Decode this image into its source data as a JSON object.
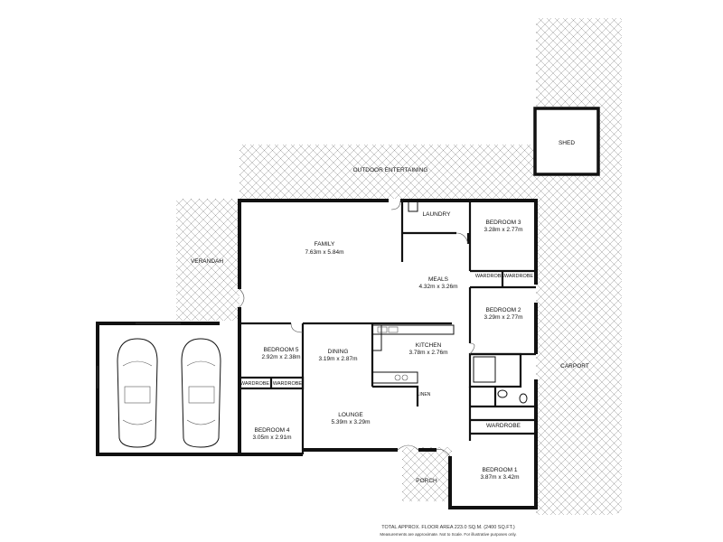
{
  "rooms": {
    "family": {
      "name": "FAMILY",
      "size": "7.63m x 5.84m"
    },
    "meals": {
      "name": "MEALS",
      "size": "4.32m x 3.26m"
    },
    "kitchen": {
      "name": "KITCHEN",
      "size": "3.78m x 2.76m"
    },
    "dining": {
      "name": "DINING",
      "size": "3.19m x 2.87m"
    },
    "lounge": {
      "name": "LOUNGE",
      "size": "5.39m x 3.29m"
    },
    "bedroom1": {
      "name": "BEDROOM 1",
      "size": "3.87m x 3.42m"
    },
    "bedroom2": {
      "name": "BEDROOM 2",
      "size": "3.29m x 2.77m"
    },
    "bedroom3": {
      "name": "BEDROOM 3",
      "size": "3.28m x 2.77m"
    },
    "bedroom4": {
      "name": "BEDROOM 4",
      "size": "3.05m x 2.91m"
    },
    "bedroom5": {
      "name": "BEDROOM 5",
      "size": "2.92m x 2.38m"
    }
  },
  "labels": {
    "laundry": "LAUNDRY",
    "linen": "LINEN",
    "wardrobe": "WARDROBE",
    "verandah": "VERANDAH",
    "outdoor": "OUTDOOR ENTERTAINING",
    "shed": "SHED",
    "carport": "CARPORT",
    "porch": "PORCH"
  },
  "footer": {
    "area": "TOTAL APPROX. FLOOR AREA 223.0 SQ.M. (2400 SQ.FT.)",
    "disclaimer_1": "Measurements are approximate. Not to Scale. For illustrative purposes only."
  },
  "colors": {
    "wall": "#111111",
    "hatch": "#9a9a9a",
    "background": "#ffffff"
  }
}
